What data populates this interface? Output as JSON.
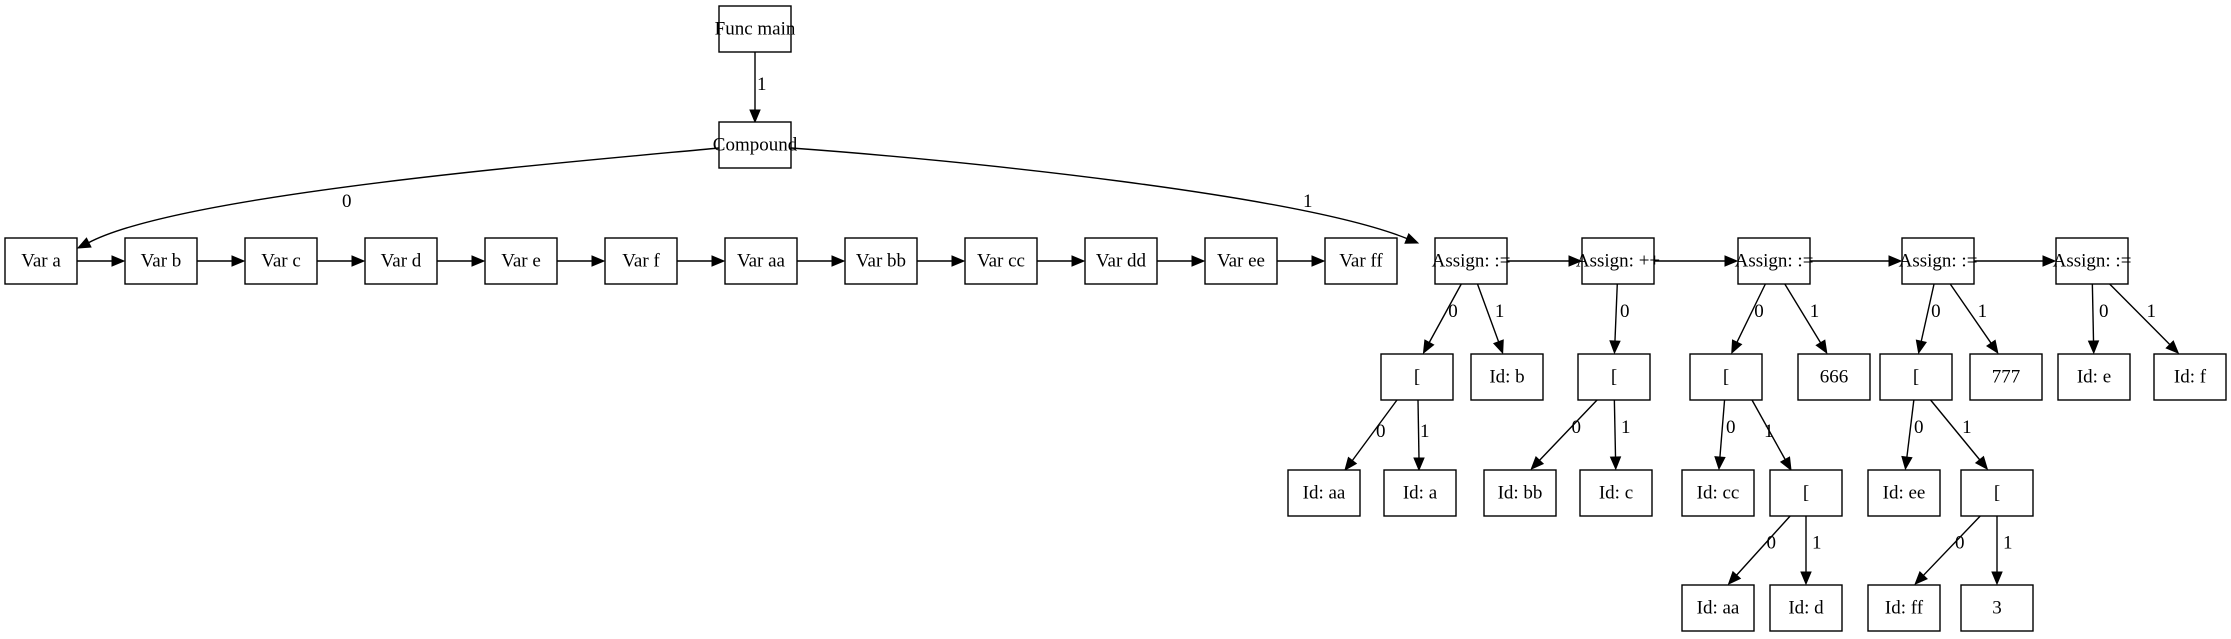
{
  "diagram": {
    "nodes": [
      {
        "id": "func_main",
        "label": "Func main"
      },
      {
        "id": "compound",
        "label": "Compound"
      },
      {
        "id": "var_a",
        "label": "Var a"
      },
      {
        "id": "var_b",
        "label": "Var b"
      },
      {
        "id": "var_c",
        "label": "Var c"
      },
      {
        "id": "var_d",
        "label": "Var d"
      },
      {
        "id": "var_e",
        "label": "Var e"
      },
      {
        "id": "var_f",
        "label": "Var f"
      },
      {
        "id": "var_aa",
        "label": "Var aa"
      },
      {
        "id": "var_bb",
        "label": "Var bb"
      },
      {
        "id": "var_cc",
        "label": "Var cc"
      },
      {
        "id": "var_dd",
        "label": "Var dd"
      },
      {
        "id": "var_ee",
        "label": "Var ee"
      },
      {
        "id": "var_ff",
        "label": "Var ff"
      },
      {
        "id": "assign1",
        "label": "Assign: :="
      },
      {
        "id": "assign2",
        "label": "Assign: ++"
      },
      {
        "id": "assign3",
        "label": "Assign: :="
      },
      {
        "id": "assign4",
        "label": "Assign: :="
      },
      {
        "id": "assign5",
        "label": "Assign: :="
      },
      {
        "id": "idx1",
        "label": "["
      },
      {
        "id": "id_b",
        "label": "Id: b"
      },
      {
        "id": "idx2",
        "label": "["
      },
      {
        "id": "idx3",
        "label": "["
      },
      {
        "id": "num_666",
        "label": "666"
      },
      {
        "id": "idx5",
        "label": "["
      },
      {
        "id": "num_777",
        "label": "777"
      },
      {
        "id": "id_e",
        "label": "Id: e"
      },
      {
        "id": "id_f",
        "label": "Id: f"
      },
      {
        "id": "id_aa1",
        "label": "Id: aa"
      },
      {
        "id": "id_a",
        "label": "Id: a"
      },
      {
        "id": "id_bb",
        "label": "Id: bb"
      },
      {
        "id": "id_c",
        "label": "Id: c"
      },
      {
        "id": "id_cc",
        "label": "Id: cc"
      },
      {
        "id": "idx4",
        "label": "["
      },
      {
        "id": "id_ee",
        "label": "Id: ee"
      },
      {
        "id": "idx6",
        "label": "["
      },
      {
        "id": "id_aa2",
        "label": "Id: aa"
      },
      {
        "id": "id_d",
        "label": "Id: d"
      },
      {
        "id": "id_ff",
        "label": "Id: ff"
      },
      {
        "id": "num_3",
        "label": "3"
      }
    ],
    "edges": [
      {
        "id": "e_func_compound",
        "from": "func_main",
        "to": "compound",
        "label": "1"
      },
      {
        "id": "e_compound_var_a",
        "from": "compound",
        "to": "var_a",
        "label": "0"
      },
      {
        "id": "e_compound_assign1",
        "from": "compound",
        "to": "assign1",
        "label": "1"
      },
      {
        "id": "e_var_a_b",
        "from": "var_a",
        "to": "var_b",
        "label": ""
      },
      {
        "id": "e_var_b_c",
        "from": "var_b",
        "to": "var_c",
        "label": ""
      },
      {
        "id": "e_var_c_d",
        "from": "var_c",
        "to": "var_d",
        "label": ""
      },
      {
        "id": "e_var_d_e",
        "from": "var_d",
        "to": "var_e",
        "label": ""
      },
      {
        "id": "e_var_e_f",
        "from": "var_e",
        "to": "var_f",
        "label": ""
      },
      {
        "id": "e_var_f_aa",
        "from": "var_f",
        "to": "var_aa",
        "label": ""
      },
      {
        "id": "e_var_aa_bb",
        "from": "var_aa",
        "to": "var_bb",
        "label": ""
      },
      {
        "id": "e_var_bb_cc",
        "from": "var_bb",
        "to": "var_cc",
        "label": ""
      },
      {
        "id": "e_var_cc_dd",
        "from": "var_cc",
        "to": "var_dd",
        "label": ""
      },
      {
        "id": "e_var_dd_ee",
        "from": "var_dd",
        "to": "var_ee",
        "label": ""
      },
      {
        "id": "e_var_ee_ff",
        "from": "var_ee",
        "to": "var_ff",
        "label": ""
      },
      {
        "id": "e_assign1_2",
        "from": "assign1",
        "to": "assign2",
        "label": ""
      },
      {
        "id": "e_assign2_3",
        "from": "assign2",
        "to": "assign3",
        "label": ""
      },
      {
        "id": "e_assign3_4",
        "from": "assign3",
        "to": "assign4",
        "label": ""
      },
      {
        "id": "e_assign4_5",
        "from": "assign4",
        "to": "assign5",
        "label": ""
      },
      {
        "id": "e_assign1_idx1",
        "from": "assign1",
        "to": "idx1",
        "label": "0"
      },
      {
        "id": "e_assign1_id_b",
        "from": "assign1",
        "to": "id_b",
        "label": "1"
      },
      {
        "id": "e_assign2_idx2",
        "from": "assign2",
        "to": "idx2",
        "label": "0"
      },
      {
        "id": "e_assign3_idx3",
        "from": "assign3",
        "to": "idx3",
        "label": "0"
      },
      {
        "id": "e_assign3_666",
        "from": "assign3",
        "to": "num_666",
        "label": "1"
      },
      {
        "id": "e_assign4_idx5",
        "from": "assign4",
        "to": "idx5",
        "label": "0"
      },
      {
        "id": "e_assign4_777",
        "from": "assign4",
        "to": "num_777",
        "label": "1"
      },
      {
        "id": "e_assign5_id_e",
        "from": "assign5",
        "to": "id_e",
        "label": "0"
      },
      {
        "id": "e_assign5_id_f",
        "from": "assign5",
        "to": "id_f",
        "label": "1"
      },
      {
        "id": "e_idx1_id_aa",
        "from": "idx1",
        "to": "id_aa1",
        "label": "0"
      },
      {
        "id": "e_idx1_id_a",
        "from": "idx1",
        "to": "id_a",
        "label": "1"
      },
      {
        "id": "e_idx2_id_bb",
        "from": "idx2",
        "to": "id_bb",
        "label": "0"
      },
      {
        "id": "e_idx2_id_c",
        "from": "idx2",
        "to": "id_c",
        "label": "1"
      },
      {
        "id": "e_idx3_id_cc",
        "from": "idx3",
        "to": "id_cc",
        "label": "0"
      },
      {
        "id": "e_idx3_idx4",
        "from": "idx3",
        "to": "idx4",
        "label": "1"
      },
      {
        "id": "e_idx5_id_ee",
        "from": "idx5",
        "to": "id_ee",
        "label": "0"
      },
      {
        "id": "e_idx5_idx6",
        "from": "idx5",
        "to": "idx6",
        "label": "1"
      },
      {
        "id": "e_idx4_id_aa",
        "from": "idx4",
        "to": "id_aa2",
        "label": "0"
      },
      {
        "id": "e_idx4_id_d",
        "from": "idx4",
        "to": "id_d",
        "label": "1"
      },
      {
        "id": "e_idx6_id_ff",
        "from": "idx6",
        "to": "id_ff",
        "label": "0"
      },
      {
        "id": "e_idx6_3",
        "from": "idx6",
        "to": "num_3",
        "label": "1"
      }
    ]
  }
}
